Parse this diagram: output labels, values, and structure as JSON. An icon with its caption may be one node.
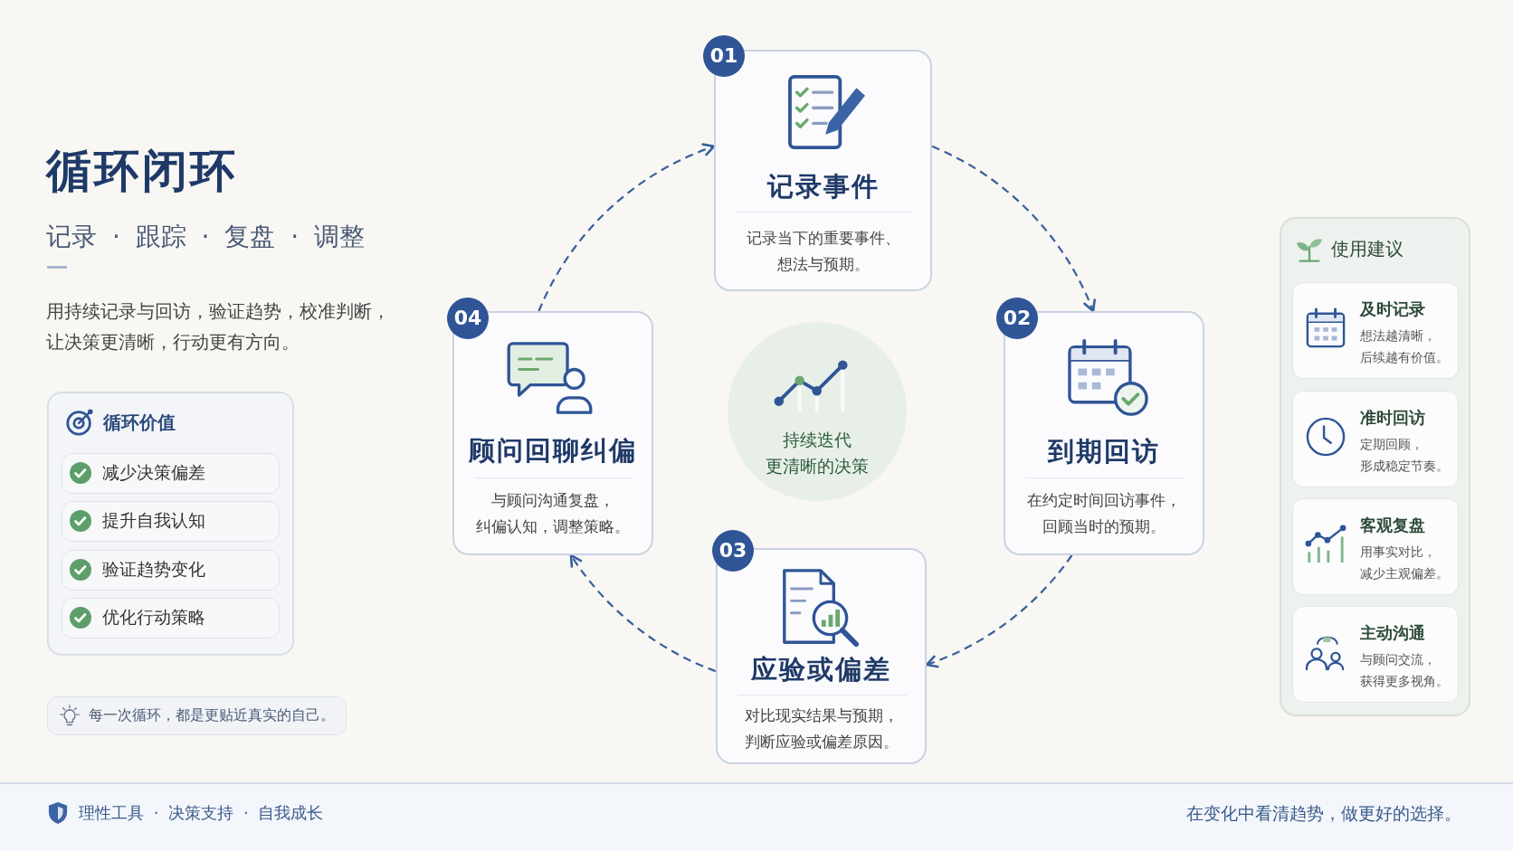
{
  "diagram": {
    "title": "循环闭环",
    "nodes": [
      {
        "text": [
          "循环价值"
        ]
      },
      {
        "text": [
          "减少决策偏差"
        ],
        "in": 0
      },
      {
        "text": [
          "提升自我认知"
        ],
        "in": 0
      },
      {
        "text": [
          "验证趋势变化"
        ],
        "in": 0
      },
      {
        "text": [
          "优化行动策略"
        ],
        "in": 0
      },
      {
        "text": [
          "每一次循环，都是更贴近真实的自己。"
        ]
      },
      {
        "text": [
          "01",
          "记录事件",
          "记录当下的重要事件、想法与预期。"
        ]
      },
      {
        "text": [
          "04",
          "顾问回聊纠偏",
          "与顾问沟通复盘，纠偏认知，调整策略。"
        ]
      },
      {
        "text": [
          "持续迭代",
          "更清晰的决策"
        ]
      },
      {
        "text": [
          "02",
          "到期回访",
          "在约定时间回访事件，回顾当时的预期。"
        ]
      },
      {
        "text": [
          "03",
          "应验或偏差",
          "对比现实结果与预期，判断应验或偏差原因。"
        ]
      },
      {
        "text": [
          "使用建议"
        ]
      },
      {
        "text": [
          "及时记录",
          "想法越清晰，后续越有价值。"
        ],
        "in": 11
      },
      {
        "text": [
          "准时回访",
          "定期回顾，形成稳定节奏。"
        ],
        "in": 11
      },
      {
        "text": [
          "客观复盘",
          "用事实对比，减少主观偏差。"
        ],
        "in": 11
      },
      {
        "text": [
          "主动沟通",
          "与顾问交流，获得更多视角。"
        ],
        "in": 11
      },
      {
        "text": [
          "理性工具 · 决策支持 · 自我成长",
          "在变化中看清趋势，做更好的选择。"
        ]
      }
    ],
    "edges": [
      {
        "from": 6,
        "to": 9,
        "arrow": "to",
        "style": "dashed"
      },
      {
        "from": 9,
        "to": 10,
        "arrow": "to",
        "style": "dashed"
      },
      {
        "from": 10,
        "to": 7,
        "arrow": "to",
        "style": "dashed"
      },
      {
        "from": 7,
        "to": 6,
        "arrow": "to",
        "style": "dashed"
      }
    ],
    "labels": [
      "记录 · 跟踪 · 复盘 · 调整",
      "用持续记录与回访，验证趋势，校准判断，让决策更清晰，行动更有方向。"
    ]
  }
}
